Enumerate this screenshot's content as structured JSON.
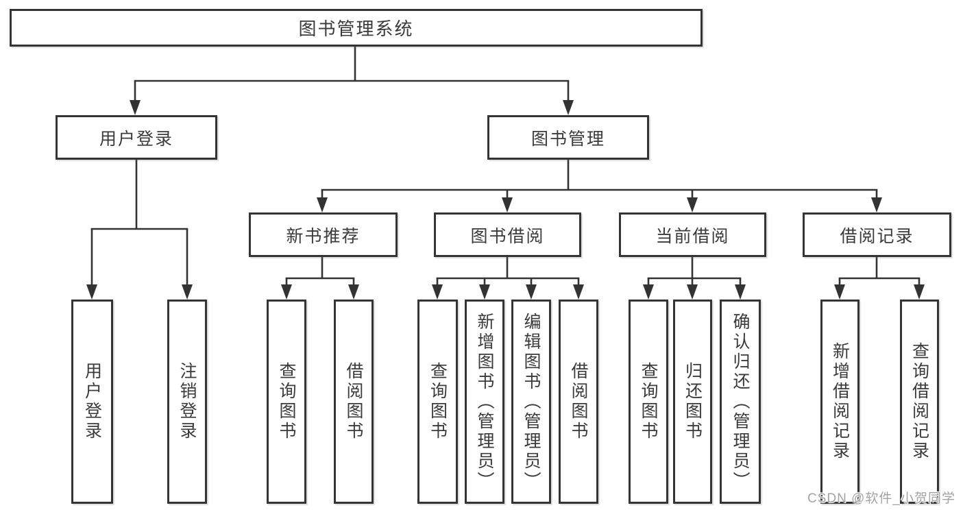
{
  "page": {
    "background": "#ffffff"
  },
  "colors": {
    "line": "#333333",
    "box_border": "#343434",
    "box_fill": "#ffffff",
    "text": "#3a3a3a",
    "watermark": "#a3a3a3"
  },
  "diagram": {
    "type": "hierarchy-tree",
    "root": {
      "label": "图书管理系统",
      "children": [
        {
          "label": "用户登录",
          "children": [
            {
              "label": "用户登录"
            },
            {
              "label": "注销登录"
            }
          ]
        },
        {
          "label": "图书管理",
          "children": [
            {
              "label": "新书推荐",
              "children": [
                {
                  "label": "查询图书"
                },
                {
                  "label": "借阅图书"
                }
              ]
            },
            {
              "label": "图书借阅",
              "children": [
                {
                  "label": "查询图书"
                },
                {
                  "label": "新增图书（管理员）"
                },
                {
                  "label": "编辑图书（管理员）"
                },
                {
                  "label": "借阅图书"
                }
              ]
            },
            {
              "label": "当前借阅",
              "children": [
                {
                  "label": "查询图书"
                },
                {
                  "label": "归还图书"
                },
                {
                  "label": "确认归还（管理员）"
                }
              ]
            },
            {
              "label": "借阅记录",
              "children": [
                {
                  "label": "新增借阅记录"
                },
                {
                  "label": "查询借阅记录"
                }
              ]
            }
          ]
        }
      ]
    }
  },
  "watermark": {
    "text": "CSDN @软件_小贺同学"
  }
}
